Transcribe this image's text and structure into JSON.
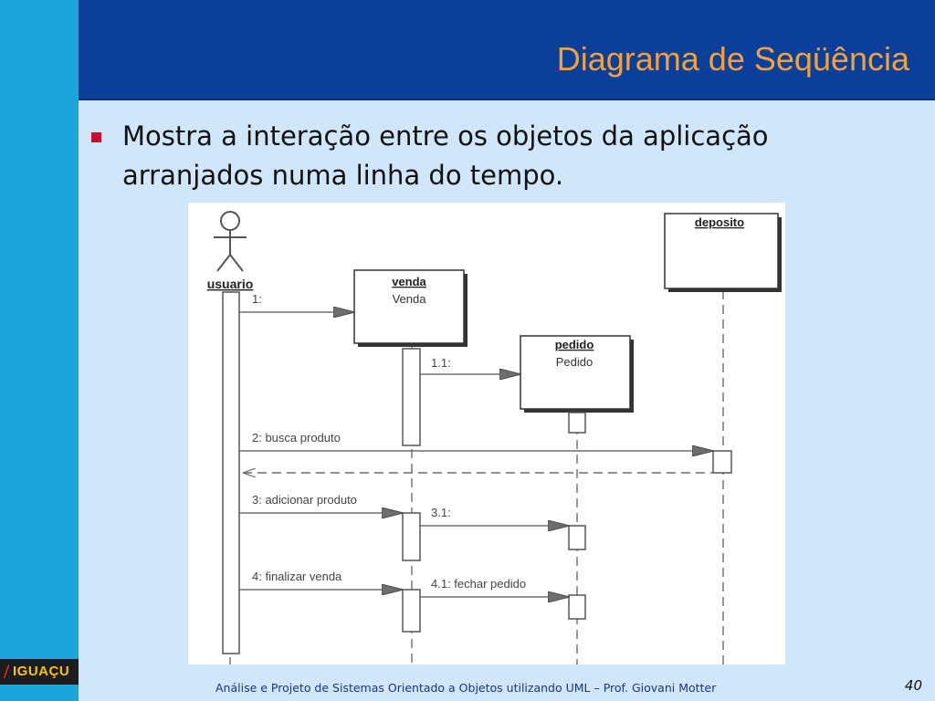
{
  "slide": {
    "title": "Diagrama de Seqüência",
    "bullet": "Mostra a interação entre os objetos da aplicação arranjados numa linha do tempo.",
    "footer": "Análise e Projeto de Sistemas Orientado a Objetos utilizando UML – Prof. Giovani Motter",
    "page_number": "40",
    "logo_text": "IGUAÇU",
    "colors": {
      "header": "#0a3f9c",
      "sidebar": "#1aa6da",
      "title": "#f2a23a",
      "background": "#cfe6fb",
      "bullet": "#c8102e"
    }
  },
  "diagram": {
    "actor": {
      "name": "usuario",
      "icon": "stick-figure-icon"
    },
    "objects": [
      {
        "id": "venda",
        "name": "venda",
        "class": "Venda"
      },
      {
        "id": "pedido",
        "name": "pedido",
        "class": "Pedido"
      },
      {
        "id": "deposito",
        "name": "deposito",
        "class": ""
      }
    ],
    "messages": [
      {
        "label": "1:",
        "from": "usuario",
        "to": "venda",
        "kind": "create"
      },
      {
        "label": "1.1:",
        "from": "venda",
        "to": "pedido",
        "kind": "create"
      },
      {
        "label": "2: busca produto",
        "from": "usuario",
        "to": "deposito",
        "kind": "call"
      },
      {
        "label": "",
        "from": "deposito",
        "to": "usuario",
        "kind": "return"
      },
      {
        "label": "3: adicionar produto",
        "from": "usuario",
        "to": "venda",
        "kind": "call"
      },
      {
        "label": "3.1:",
        "from": "venda",
        "to": "pedido",
        "kind": "call"
      },
      {
        "label": "4: finalizar venda",
        "from": "usuario",
        "to": "venda",
        "kind": "call"
      },
      {
        "label": "4.1: fechar pedido",
        "from": "venda",
        "to": "pedido",
        "kind": "call"
      }
    ]
  }
}
